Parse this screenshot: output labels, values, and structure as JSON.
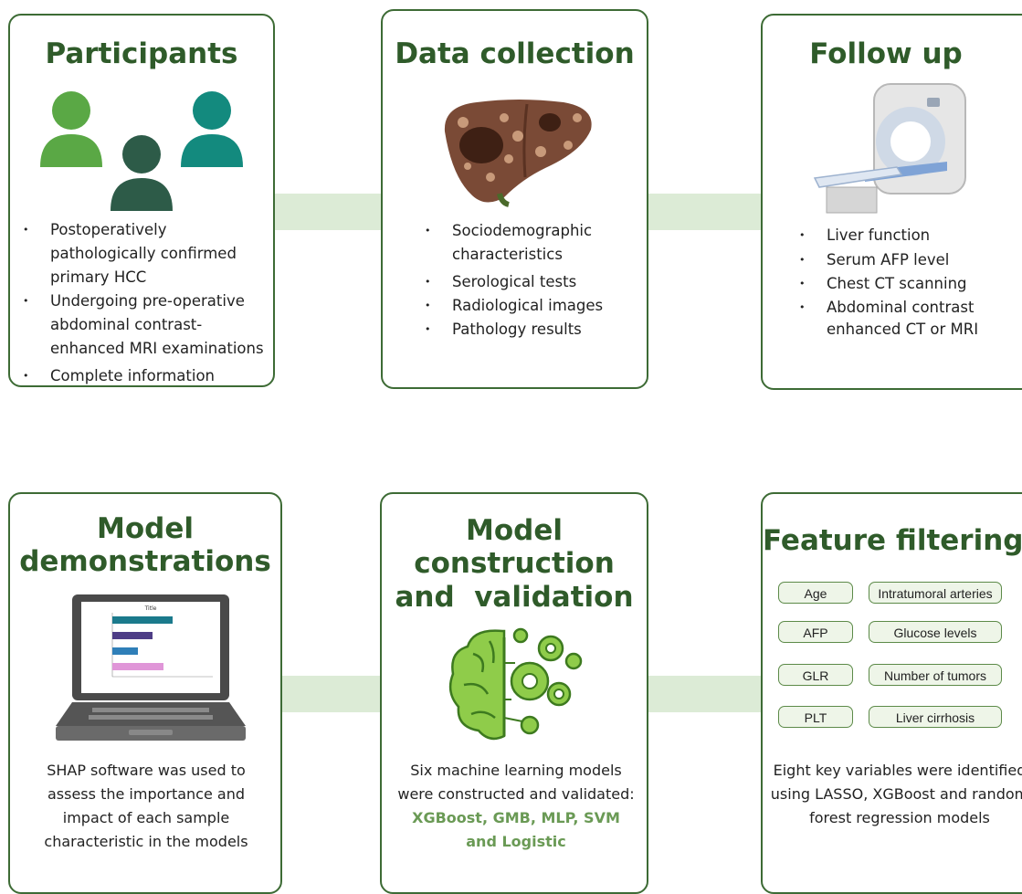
{
  "participants": {
    "title": "Participants",
    "items": [
      "Postoperatively pathologically confirmed primary HCC",
      "Undergoing pre-operative abdominal contrast-enhanced MRI examinations",
      "Complete information"
    ]
  },
  "data_collection": {
    "title": "Data collection",
    "items": [
      "Sociodemographic characteristics",
      "Serological tests",
      "Radiological images",
      "Pathology results"
    ]
  },
  "follow_up": {
    "title": "Follow up",
    "items": [
      "Liver function",
      "Serum AFP level",
      "Chest CT scanning",
      "Abdominal contrast enhanced CT or MRI"
    ]
  },
  "model_demonstrations": {
    "title_line1": "Model",
    "title_line2": "demonstrations",
    "chart_title": "Title",
    "desc": "SHAP software was used to assess the importance and impact of each sample characteristic in the models"
  },
  "model_construction": {
    "title_line1": "Model",
    "title_line2": "construction",
    "title_line3": "and  validation",
    "desc": "Six machine learning models were constructed and validated:",
    "models_line1": "XGBoost, GMB, MLP, SVM",
    "models_line2": "and Logistic"
  },
  "feature_filtering": {
    "title": "Feature filtering",
    "left_chips": [
      "Age",
      "AFP",
      "GLR",
      "PLT"
    ],
    "right_chips": [
      "Intratumoral arteries",
      "Glucose levels",
      "Number of tumors",
      "Liver cirrhosis"
    ],
    "desc": "Eight key variables were identified using LASSO, XGBoost and random forest regression models"
  },
  "colors": {
    "border": "#3d6b35",
    "title": "#2f5b2a",
    "connector": "#dcebd6",
    "highlight": "#6a9a55"
  }
}
